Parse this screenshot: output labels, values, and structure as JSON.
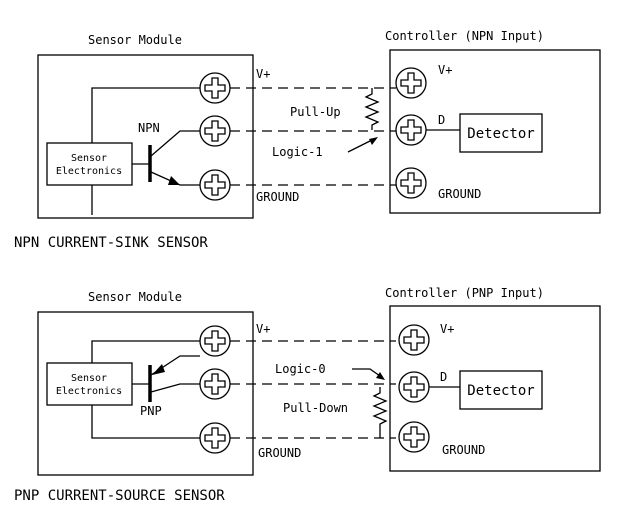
{
  "npn": {
    "sensor_title": "Sensor Module",
    "controller_title": "Controller (NPN Input)",
    "electronics_line1": "Sensor",
    "electronics_line2": "Electronics",
    "transistor_label": "NPN",
    "vplus_left": "V+",
    "vplus_right": "V+",
    "ground_left": "GROUND",
    "ground_right": "GROUND",
    "d_label": "D",
    "detector_label": "Detector",
    "resistor_label": "Pull-Up",
    "logic_label": "Logic-1",
    "caption": "NPN CURRENT-SINK SENSOR"
  },
  "pnp": {
    "sensor_title": "Sensor Module",
    "controller_title": "Controller (PNP Input)",
    "electronics_line1": "Sensor",
    "electronics_line2": "Electronics",
    "transistor_label": "PNP",
    "vplus_left": "V+",
    "vplus_right": "V+",
    "ground_left": "GROUND",
    "ground_right": "GROUND",
    "d_label": "D",
    "detector_label": "Detector",
    "resistor_label": "Pull-Down",
    "logic_label": "Logic-0",
    "caption": "PNP CURRENT-SOURCE SENSOR"
  }
}
